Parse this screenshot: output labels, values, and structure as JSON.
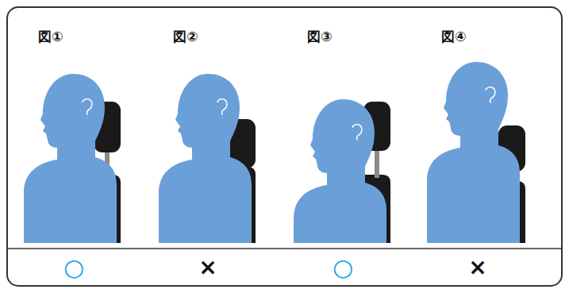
{
  "diagram": {
    "labels": [
      "図①",
      "図②",
      "図③",
      "図④",
      "○",
      "×",
      "○",
      "×"
    ]
  }
}
